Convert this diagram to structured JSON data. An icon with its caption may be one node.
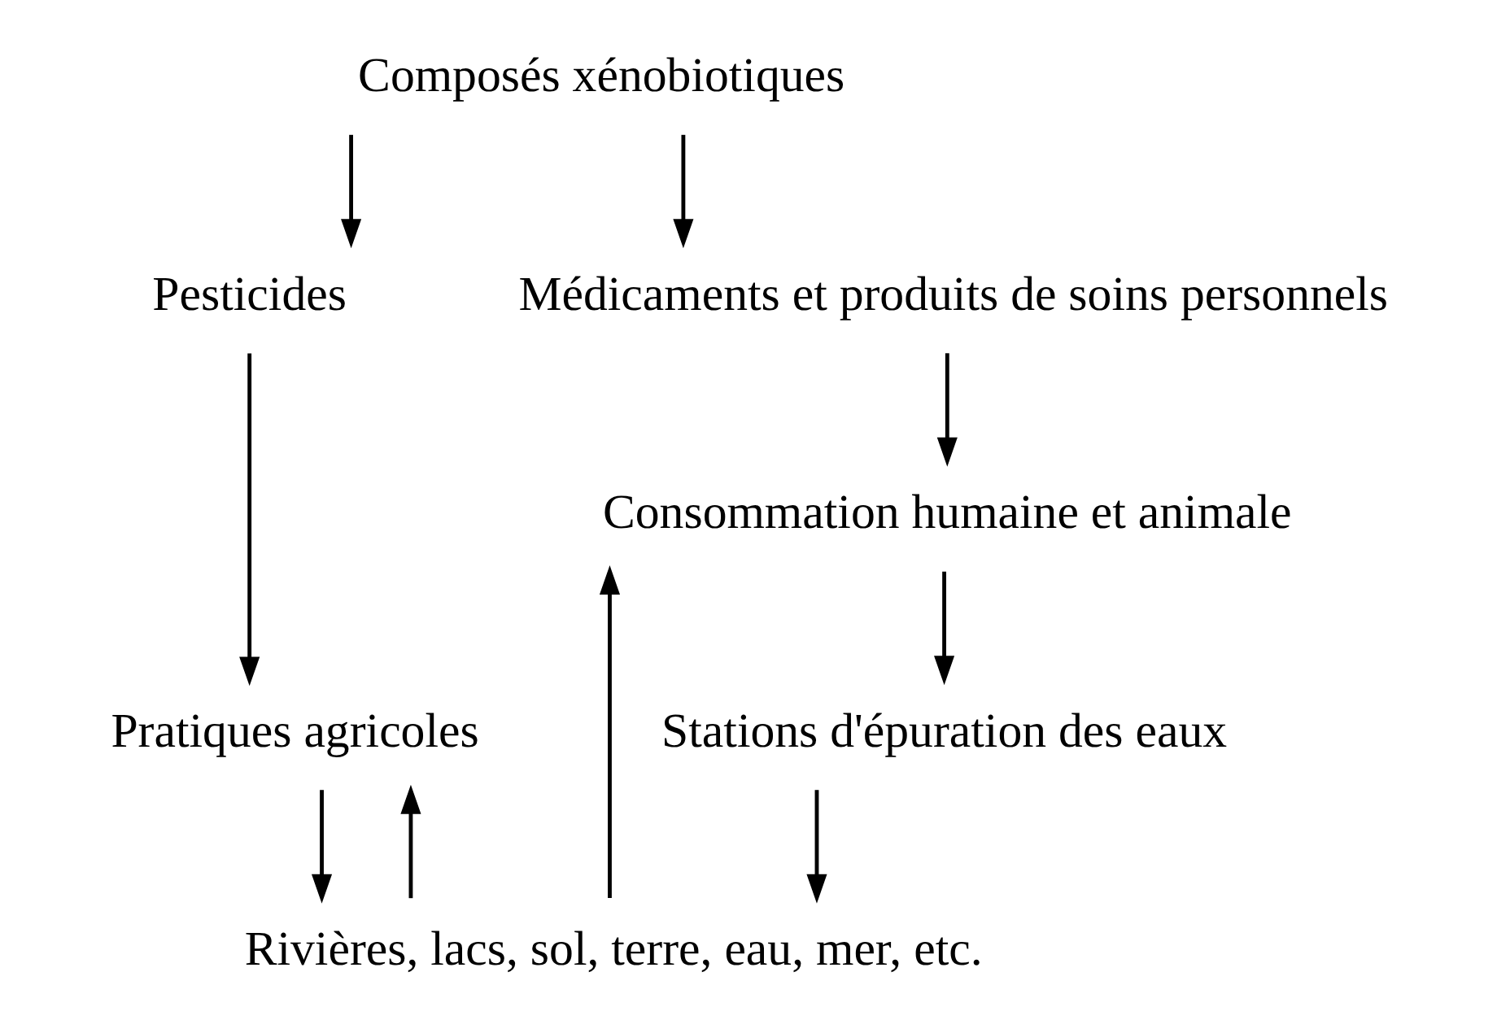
{
  "diagram": {
    "nodes": [
      {
        "text": [
          "Composés xénobiotiques"
        ]
      },
      {
        "text": [
          "Pesticides"
        ]
      },
      {
        "text": [
          "Médicaments et produits de soins personnels"
        ]
      },
      {
        "text": [
          "Pratiques agricoles"
        ]
      },
      {
        "text": [
          "Consommation humaine et animale"
        ]
      },
      {
        "text": [
          "Stations d'épuration des eaux"
        ]
      },
      {
        "text": [
          "Rivières, lacs, sol, terre, eau, mer, etc."
        ]
      }
    ],
    "edges": [
      {
        "from": 0,
        "to": 1,
        "arrow": "to"
      },
      {
        "from": 0,
        "to": 2,
        "arrow": "to"
      },
      {
        "from": 1,
        "to": 3,
        "arrow": "to"
      },
      {
        "from": 2,
        "to": 4,
        "arrow": "to"
      },
      {
        "from": 4,
        "to": 5,
        "arrow": "to"
      },
      {
        "from": 3,
        "to": 6,
        "arrow": "to"
      },
      {
        "from": 5,
        "to": 6,
        "arrow": "to"
      },
      {
        "from": 6,
        "to": 3,
        "arrow": "to"
      },
      {
        "from": 6,
        "to": 4,
        "arrow": "to"
      }
    ]
  }
}
